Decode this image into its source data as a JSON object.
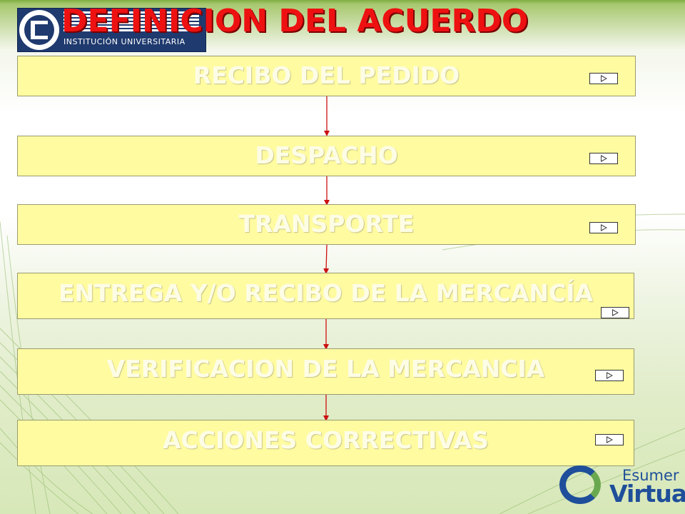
{
  "title": "DEFINICION DEL ACUERDO",
  "logo": {
    "name": "ESUMER",
    "subtitle": "INSTITUCIÓN UNIVERSITARIA"
  },
  "steps": [
    {
      "label": "RECIBO DEL PEDIDO",
      "action_icon": "play-icon"
    },
    {
      "label": "DESPACHO",
      "action_icon": "play-icon"
    },
    {
      "label": "TRANSPORTE",
      "action_icon": "play-icon"
    },
    {
      "label": "ENTREGA Y/O RECIBO DE LA MERCANCÍA",
      "action_icon": "play-icon"
    },
    {
      "label": "VERIFICACION DE LA MERCANCIA",
      "action_icon": "play-icon"
    },
    {
      "label": "ACCIONES CORRECTIVAS",
      "action_icon": "play-icon"
    }
  ],
  "footer_logo": {
    "line1": "Esumer",
    "line2": "Virtual"
  },
  "colors": {
    "box_fill": "#fffba0",
    "title": "#ee1111",
    "arrow": "#cc1111",
    "brand_blue": "#1f3a6e"
  }
}
